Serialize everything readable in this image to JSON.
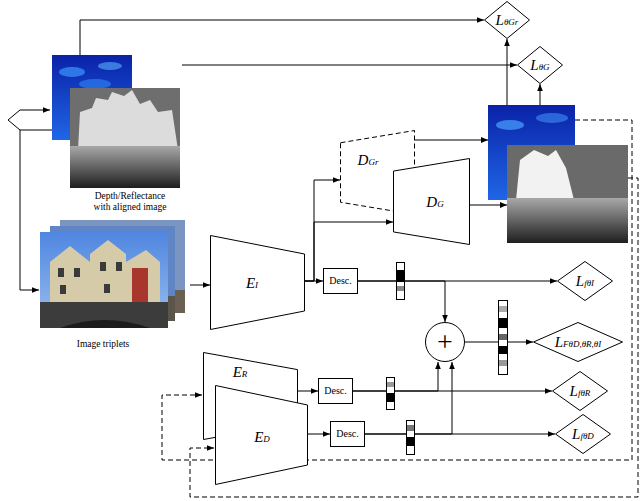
{
  "diagram": {
    "nodes": [
      {
        "text": [
          "Depth/Reflectance with aligned image"
        ]
      },
      {
        "text": [
          "LθGr"
        ]
      },
      {
        "text": [
          "LθG"
        ]
      },
      {
        "text": [
          "DGr"
        ]
      },
      {
        "text": [
          "DG"
        ]
      },
      {
        "text": [
          "Image triplets"
        ]
      },
      {
        "text": [
          "EI"
        ]
      },
      {
        "text": [
          "Desc."
        ]
      },
      {
        "text": [
          "LfθI"
        ]
      },
      {
        "text": [
          "+"
        ]
      },
      {
        "text": [
          "LFθD,θR,θI"
        ]
      },
      {
        "text": [
          "ER"
        ]
      },
      {
        "text": [
          "Desc."
        ]
      },
      {
        "text": [
          "LfθR"
        ]
      },
      {
        "text": [
          "ED"
        ]
      },
      {
        "text": [
          "Desc."
        ]
      },
      {
        "text": [
          "LfθD"
        ]
      }
    ],
    "edges": [
      {
        "from": 0,
        "to": 1,
        "arrow": "to"
      },
      {
        "from": 0,
        "to": 2,
        "arrow": "to"
      },
      {
        "from": 4,
        "to": 2,
        "arrow": "to"
      },
      {
        "from": 3,
        "to": 1,
        "arrow": "to"
      },
      {
        "from": 5,
        "to": 6,
        "arrow": "to"
      },
      {
        "from": 6,
        "to": 7,
        "arrow": "to"
      },
      {
        "from": 6,
        "to": 3,
        "arrow": "to"
      },
      {
        "from": 6,
        "to": 4,
        "arrow": "to"
      },
      {
        "from": 7,
        "to": 8,
        "arrow": "to"
      },
      {
        "from": 7,
        "to": 9,
        "arrow": "to"
      },
      {
        "from": 9,
        "to": 10,
        "arrow": "to"
      },
      {
        "from": 11,
        "to": 12,
        "arrow": "to"
      },
      {
        "from": 12,
        "to": 13,
        "arrow": "to"
      },
      {
        "from": 12,
        "to": 9,
        "arrow": "to"
      },
      {
        "from": 14,
        "to": 15,
        "arrow": "to"
      },
      {
        "from": 15,
        "to": 16,
        "arrow": "to"
      },
      {
        "from": 15,
        "to": 9,
        "arrow": "to"
      }
    ]
  }
}
